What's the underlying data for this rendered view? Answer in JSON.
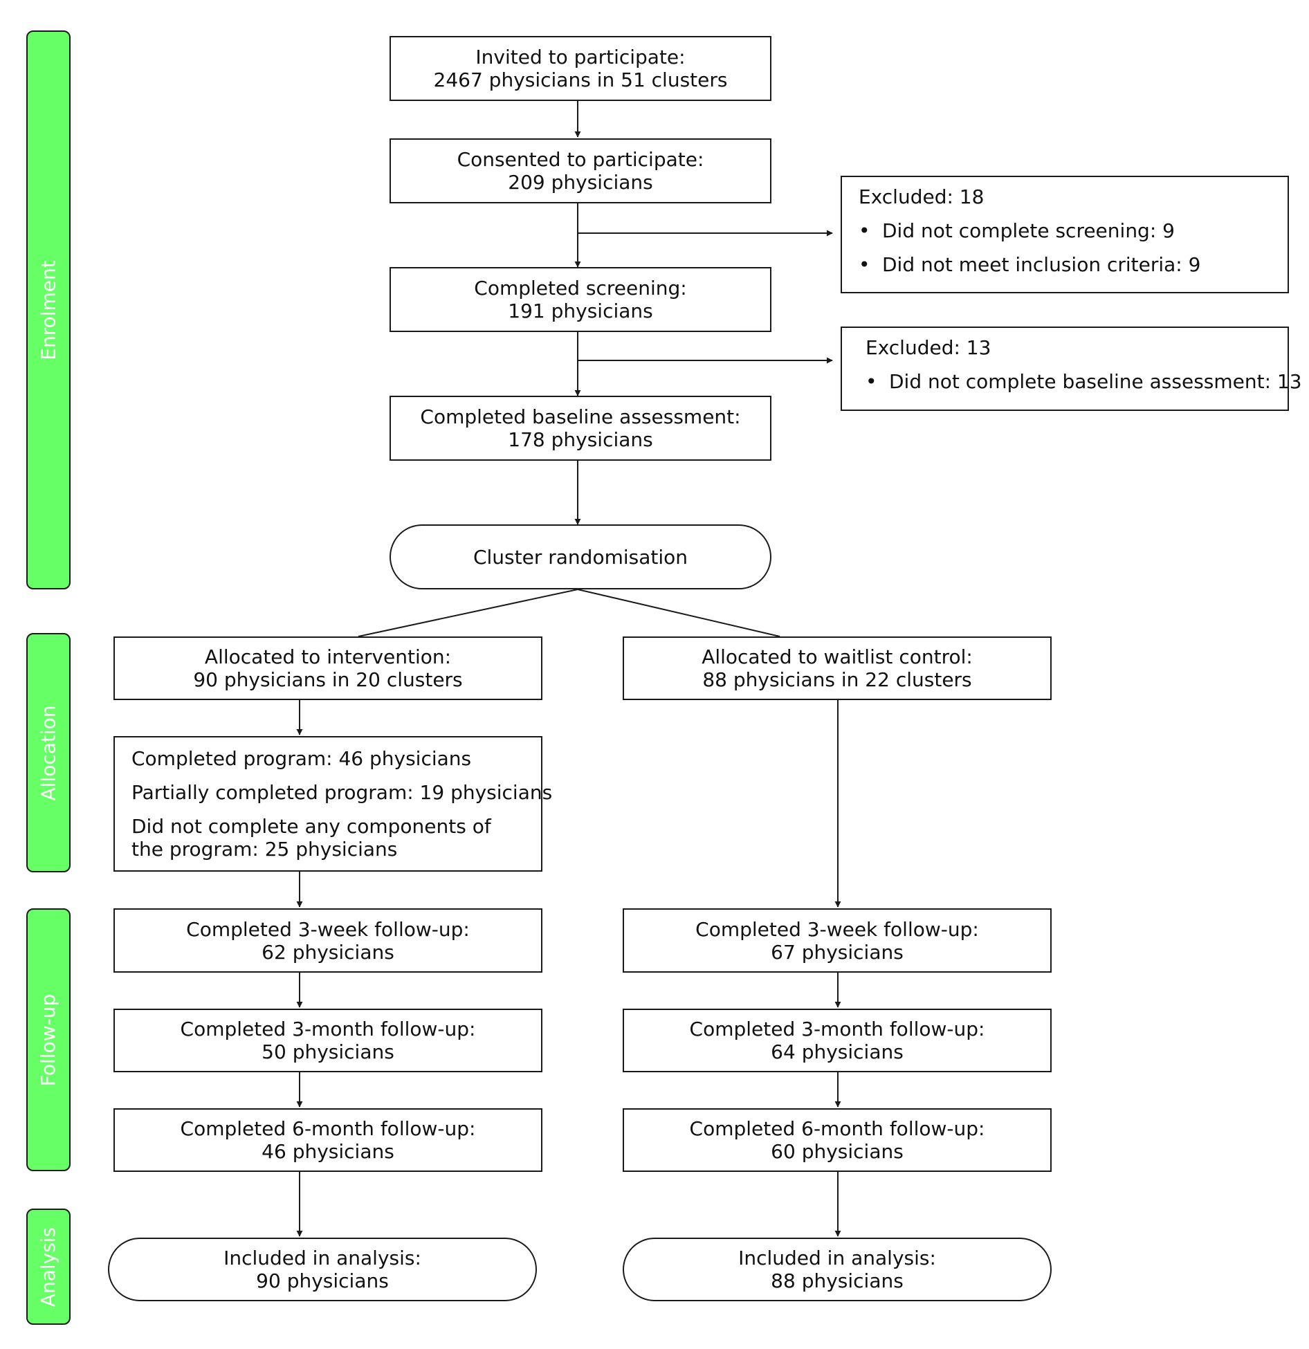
{
  "phases": {
    "enrolment": "Enrolment",
    "allocation": "Allocation",
    "follow_up": "Follow-up",
    "analysis": "Analysis"
  },
  "enrolment": {
    "invited": [
      "Invited to participate:",
      "2467 physicians in 51 clusters"
    ],
    "consented": [
      "Consented to participate:",
      "209 physicians"
    ],
    "screening": [
      "Completed screening:",
      "191 physicians"
    ],
    "baseline": [
      "Completed baseline assessment:",
      "178 physicians"
    ],
    "randomisation": "Cluster randomisation",
    "excluded_1": {
      "title": "Excluded: 18",
      "items": [
        "Did not complete screening: 9",
        "Did not meet inclusion criteria: 9"
      ]
    },
    "excluded_2": {
      "title": "Excluded: 13",
      "items": [
        "Did not complete baseline assessment: 13"
      ]
    },
    "bullet": "•"
  },
  "intervention": {
    "allocated": [
      "Allocated to intervention:",
      "90 physicians in 20 clusters"
    ],
    "program": [
      "Completed program: 46 physicians",
      "Partially completed program: 19 physicians",
      "Did not complete any components of",
      "the program: 25 physicians"
    ],
    "week3": [
      "Completed 3-week follow-up:",
      "62 physicians"
    ],
    "month3": [
      "Completed 3-month follow-up:",
      "50 physicians"
    ],
    "month6": [
      "Completed 6-month follow-up:",
      "46 physicians"
    ],
    "analysis": [
      "Included in analysis:",
      "90 physicians"
    ]
  },
  "control": {
    "allocated": [
      "Allocated to waitlist control:",
      "88 physicians in 22 clusters"
    ],
    "week3": [
      "Completed 3-week follow-up:",
      "67 physicians"
    ],
    "month3": [
      "Completed 3-month follow-up:",
      "64 physicians"
    ],
    "month6": [
      "Completed 6-month follow-up:",
      "60 physicians"
    ],
    "analysis": [
      "Included in analysis:",
      "88 physicians"
    ]
  }
}
